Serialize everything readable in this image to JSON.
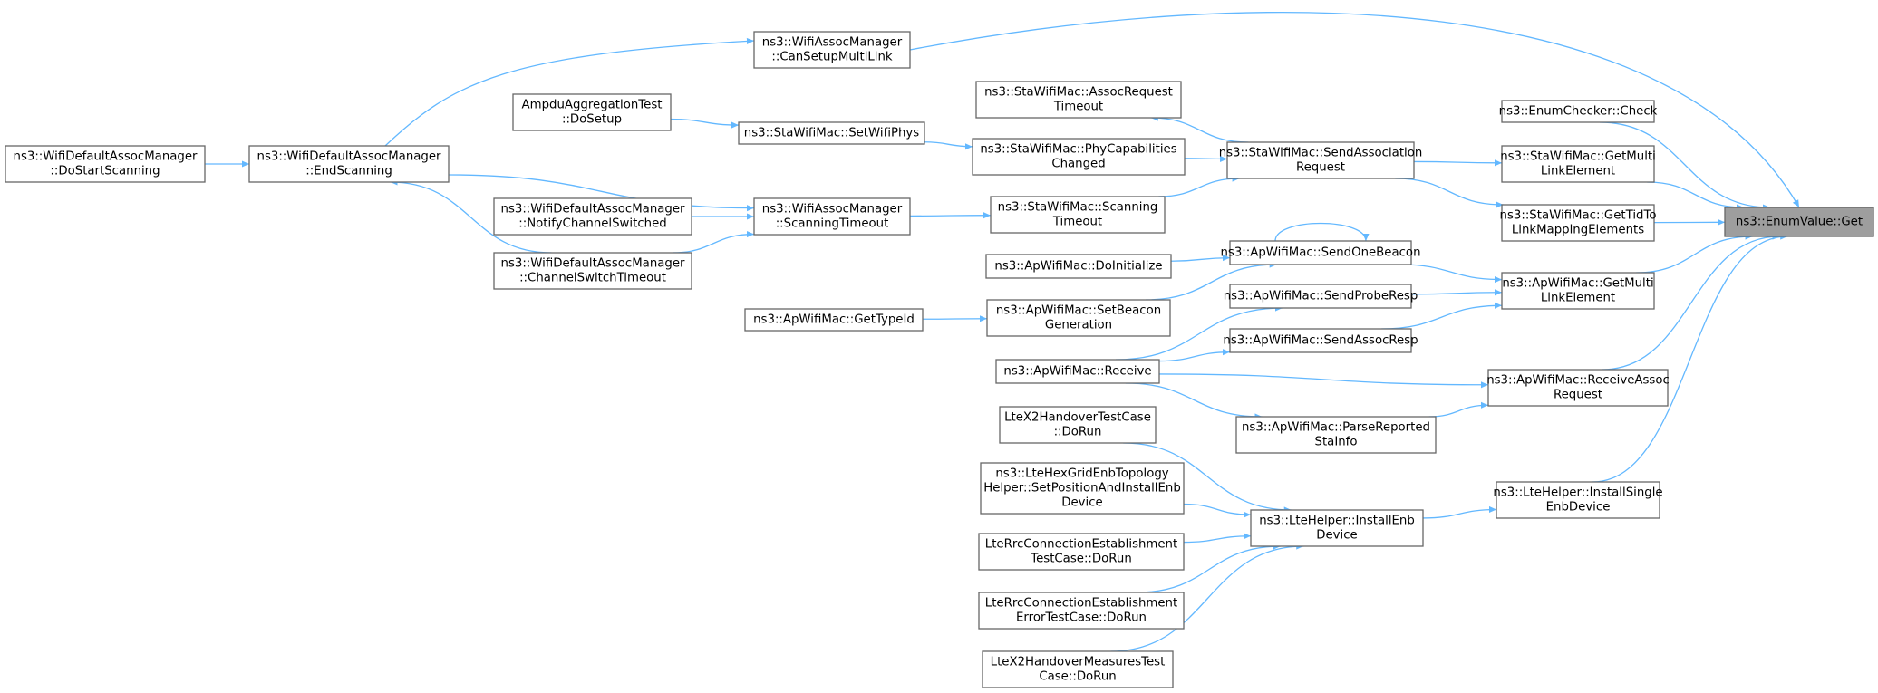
{
  "nodes": [
    {
      "id": "n_get",
      "lines": [
        "ns3::EnumValue::Get"
      ],
      "target": true
    },
    {
      "id": "n_canSetup",
      "lines": [
        "ns3::WifiAssocManager",
        "::CanSetupMultiLink"
      ]
    },
    {
      "id": "n_enumCheck",
      "lines": [
        "ns3::EnumChecker::Check"
      ]
    },
    {
      "id": "n_staGetMulti",
      "lines": [
        "ns3::StaWifiMac::GetMulti",
        "LinkElement"
      ]
    },
    {
      "id": "n_staGetTid",
      "lines": [
        "ns3::StaWifiMac::GetTidTo",
        "LinkMappingElements"
      ]
    },
    {
      "id": "n_apGetMulti",
      "lines": [
        "ns3::ApWifiMac::GetMulti",
        "LinkElement"
      ]
    },
    {
      "id": "n_apRecvAssoc",
      "lines": [
        "ns3::ApWifiMac::ReceiveAssoc",
        "Request"
      ]
    },
    {
      "id": "n_installSingle",
      "lines": [
        "ns3::LteHelper::InstallSingle",
        "EnbDevice"
      ]
    },
    {
      "id": "n_assocTimeout",
      "lines": [
        "ns3::StaWifiMac::AssocRequest",
        "Timeout"
      ]
    },
    {
      "id": "n_sendAssoc",
      "lines": [
        "ns3::StaWifiMac::SendAssociation",
        "Request"
      ]
    },
    {
      "id": "n_phyCap",
      "lines": [
        "ns3::StaWifiMac::PhyCapabilities",
        "Changed"
      ]
    },
    {
      "id": "n_scanTimeoutSta",
      "lines": [
        "ns3::StaWifiMac::Scanning",
        "Timeout"
      ]
    },
    {
      "id": "n_sendOneBeacon",
      "lines": [
        "ns3::ApWifiMac::SendOneBeacon"
      ]
    },
    {
      "id": "n_doInit",
      "lines": [
        "ns3::ApWifiMac::DoInitialize"
      ]
    },
    {
      "id": "n_setBeacon",
      "lines": [
        "ns3::ApWifiMac::SetBeacon",
        "Generation"
      ]
    },
    {
      "id": "n_sendProbe",
      "lines": [
        "ns3::ApWifiMac::SendProbeResp"
      ]
    },
    {
      "id": "n_sendAssocResp",
      "lines": [
        "ns3::ApWifiMac::SendAssocResp"
      ]
    },
    {
      "id": "n_receive",
      "lines": [
        "ns3::ApWifiMac::Receive"
      ]
    },
    {
      "id": "n_parseSta",
      "lines": [
        "ns3::ApWifiMac::ParseReported",
        "StaInfo"
      ]
    },
    {
      "id": "n_installEnb",
      "lines": [
        "ns3::LteHelper::InstallEnb",
        "Device"
      ]
    },
    {
      "id": "n_setWifiPhys",
      "lines": [
        "ns3::StaWifiMac::SetWifiPhys"
      ]
    },
    {
      "id": "n_ampdu",
      "lines": [
        "AmpduAggregationTest",
        "::DoSetup"
      ]
    },
    {
      "id": "n_scanTimeoutMgr",
      "lines": [
        "ns3::WifiAssocManager",
        "::ScanningTimeout"
      ]
    },
    {
      "id": "n_endScan",
      "lines": [
        "ns3::WifiDefaultAssocManager",
        "::EndScanning"
      ]
    },
    {
      "id": "n_doStartScan",
      "lines": [
        "ns3::WifiDefaultAssocManager",
        "::DoStartScanning"
      ]
    },
    {
      "id": "n_notifyCh",
      "lines": [
        "ns3::WifiDefaultAssocManager",
        "::NotifyChannelSwitched"
      ]
    },
    {
      "id": "n_chSwitch",
      "lines": [
        "ns3::WifiDefaultAssocManager",
        "::ChannelSwitchTimeout"
      ]
    },
    {
      "id": "n_getTypeId",
      "lines": [
        "ns3::ApWifiMac::GetTypeId"
      ]
    },
    {
      "id": "n_x2Handover",
      "lines": [
        "LteX2HandoverTestCase",
        "::DoRun"
      ]
    },
    {
      "id": "n_hexGrid",
      "lines": [
        "ns3::LteHexGridEnbTopology",
        "Helper::SetPositionAndInstallEnb",
        "Device"
      ]
    },
    {
      "id": "n_rrcEst",
      "lines": [
        "LteRrcConnectionEstablishment",
        "TestCase::DoRun"
      ]
    },
    {
      "id": "n_rrcEstErr",
      "lines": [
        "LteRrcConnectionEstablishment",
        "ErrorTestCase::DoRun"
      ]
    },
    {
      "id": "n_x2Measures",
      "lines": [
        "LteX2HandoverMeasuresTest",
        "Case::DoRun"
      ]
    }
  ],
  "edges": [
    {
      "from": "n_canSetup",
      "to": "n_get"
    },
    {
      "from": "n_enumCheck",
      "to": "n_get"
    },
    {
      "from": "n_staGetMulti",
      "to": "n_get"
    },
    {
      "from": "n_staGetTid",
      "to": "n_get"
    },
    {
      "from": "n_apGetMulti",
      "to": "n_get"
    },
    {
      "from": "n_apRecvAssoc",
      "to": "n_get"
    },
    {
      "from": "n_installSingle",
      "to": "n_get"
    },
    {
      "from": "n_endScan",
      "to": "n_canSetup"
    },
    {
      "from": "n_sendAssoc",
      "to": "n_staGetMulti"
    },
    {
      "from": "n_sendAssoc",
      "to": "n_staGetTid"
    },
    {
      "from": "n_sendOneBeacon",
      "to": "n_apGetMulti"
    },
    {
      "from": "n_sendProbe",
      "to": "n_apGetMulti"
    },
    {
      "from": "n_sendAssocResp",
      "to": "n_apGetMulti"
    },
    {
      "from": "n_receive",
      "to": "n_apRecvAssoc"
    },
    {
      "from": "n_parseSta",
      "to": "n_apRecvAssoc"
    },
    {
      "from": "n_installEnb",
      "to": "n_installSingle"
    },
    {
      "from": "n_sendAssoc",
      "to": "n_assocTimeout"
    },
    {
      "from": "n_phyCap",
      "to": "n_sendAssoc"
    },
    {
      "from": "n_scanTimeoutSta",
      "to": "n_sendAssoc"
    },
    {
      "from": "n_sendOneBeacon",
      "to": "n_sendOneBeacon"
    },
    {
      "from": "n_doInit",
      "to": "n_sendOneBeacon"
    },
    {
      "from": "n_setBeacon",
      "to": "n_sendOneBeacon"
    },
    {
      "from": "n_receive",
      "to": "n_sendProbe"
    },
    {
      "from": "n_receive",
      "to": "n_sendAssocResp"
    },
    {
      "from": "n_receive",
      "to": "n_parseSta"
    },
    {
      "from": "n_x2Handover",
      "to": "n_installEnb"
    },
    {
      "from": "n_hexGrid",
      "to": "n_installEnb"
    },
    {
      "from": "n_rrcEst",
      "to": "n_installEnb"
    },
    {
      "from": "n_rrcEstErr",
      "to": "n_installEnb"
    },
    {
      "from": "n_x2Measures",
      "to": "n_installEnb"
    },
    {
      "from": "n_setWifiPhys",
      "to": "n_phyCap"
    },
    {
      "from": "n_ampdu",
      "to": "n_setWifiPhys"
    },
    {
      "from": "n_scanTimeoutMgr",
      "to": "n_scanTimeoutSta"
    },
    {
      "from": "n_endScan",
      "to": "n_scanTimeoutMgr"
    },
    {
      "from": "n_notifyCh",
      "to": "n_scanTimeoutMgr"
    },
    {
      "from": "n_chSwitch",
      "to": "n_scanTimeoutMgr"
    },
    {
      "from": "n_doStartScan",
      "to": "n_endScan"
    },
    {
      "from": "n_chSwitch",
      "to": "n_endScan"
    },
    {
      "from": "n_getTypeId",
      "to": "n_setBeacon"
    }
  ]
}
